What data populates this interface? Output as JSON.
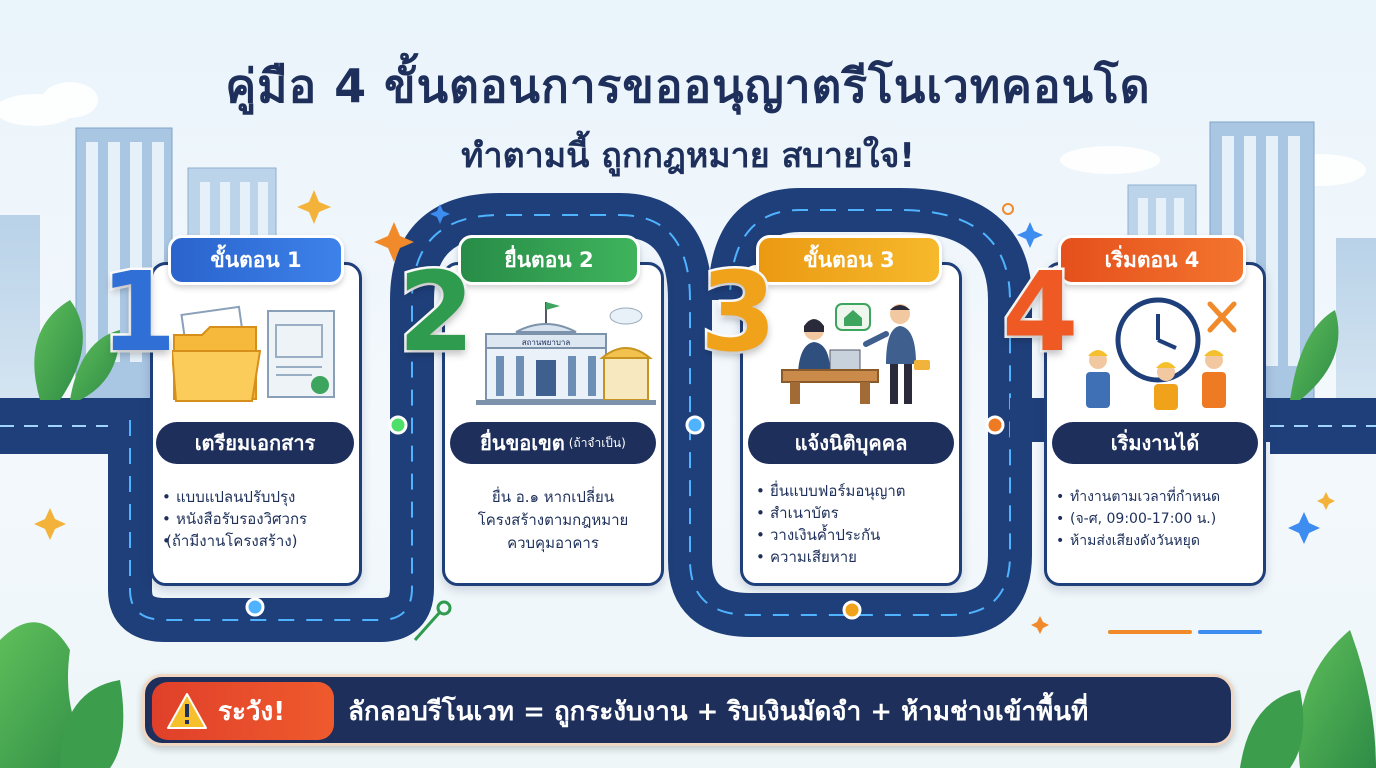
{
  "header": {
    "title": "คู่มือ 4 ขั้นตอนการขออนุญาตรีโนเวทคอนโด",
    "subtitle": "ทำตามนี้ ถูกกฎหมาย สบายใจ!"
  },
  "steps": [
    {
      "number": "1",
      "tab_label": "ขั้นตอน 1",
      "heading": "เตรียมเอกสาร",
      "bullets": [
        "แบบแปลนปรับปรุง",
        "หนังสือรับรองวิศวกร",
        "(ถ้ามีงานโครงสร้าง)"
      ],
      "color": "#2f6fd6"
    },
    {
      "number": "2",
      "tab_label": "ยื่นตอน 2",
      "heading": "ยื่นขอเขต",
      "heading_note": "(ถ้าจำเป็น)",
      "sign_text": "สถานพยาบาล",
      "lines": [
        "ยื่น อ.๑ หากเปลี่ยน",
        "โครงสร้างตามกฎหมาย",
        "ควบคุมอาคาร"
      ],
      "color": "#2e9b4f"
    },
    {
      "number": "3",
      "tab_label": "ขั้นตอน 3",
      "heading": "แจ้งนิติบุคคล",
      "bullets": [
        "ยื่นแบบฟอร์มอนุญาต",
        "สำเนาบัตร",
        "วางเงินค้ำประกัน",
        "ความเสียหาย"
      ],
      "color": "#f0a21a"
    },
    {
      "number": "4",
      "tab_label": "เริ่มตอน 4",
      "heading": "เริ่มงานได้",
      "bullets": [
        "ทำงานตามเวลาที่กำหนด",
        "(จ-ศ, 09:00-17:00 น.)",
        "ห้ามส่งเสียงดังวันหยุด"
      ],
      "color": "#ef5a24"
    }
  ],
  "warning": {
    "label": "ระวัง!",
    "text": "ลักลอบรีโนเวท = ถูกระงับงาน + ริบเงินมัดจำ + ห้ามช่างเข้าพื้นที่",
    "icon": "warning-triangle-icon"
  },
  "colors": {
    "navy": "#1d2f5a",
    "road": "#1f3f7a",
    "glow": "#4fb3ff"
  }
}
